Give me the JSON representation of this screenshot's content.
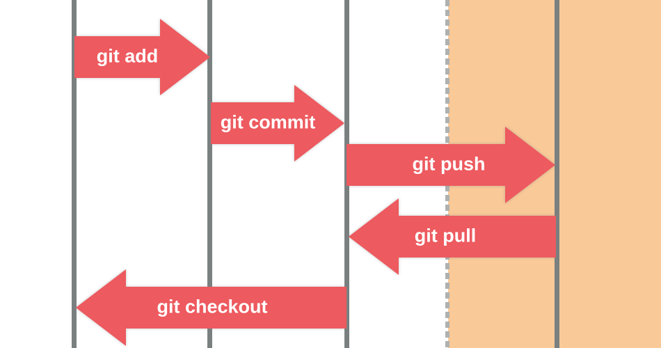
{
  "diagram": {
    "type": "git-workflow-arrows",
    "background": "#ffffff",
    "colors": {
      "arrow_fill": "#ed5a5f",
      "label_text": "#ffffff",
      "lane_line": "#7a8080",
      "remote_area_fill": "#fac998",
      "remote_area_border": "#adb1b1"
    },
    "lanes": {
      "solid_line_count": 4,
      "has_remote_region": true
    },
    "arrows": [
      {
        "label": "git add",
        "direction": "right"
      },
      {
        "label": "git commit",
        "direction": "right"
      },
      {
        "label": "git push",
        "direction": "right"
      },
      {
        "label": "git pull",
        "direction": "left"
      },
      {
        "label": "git checkout",
        "direction": "left"
      }
    ]
  }
}
